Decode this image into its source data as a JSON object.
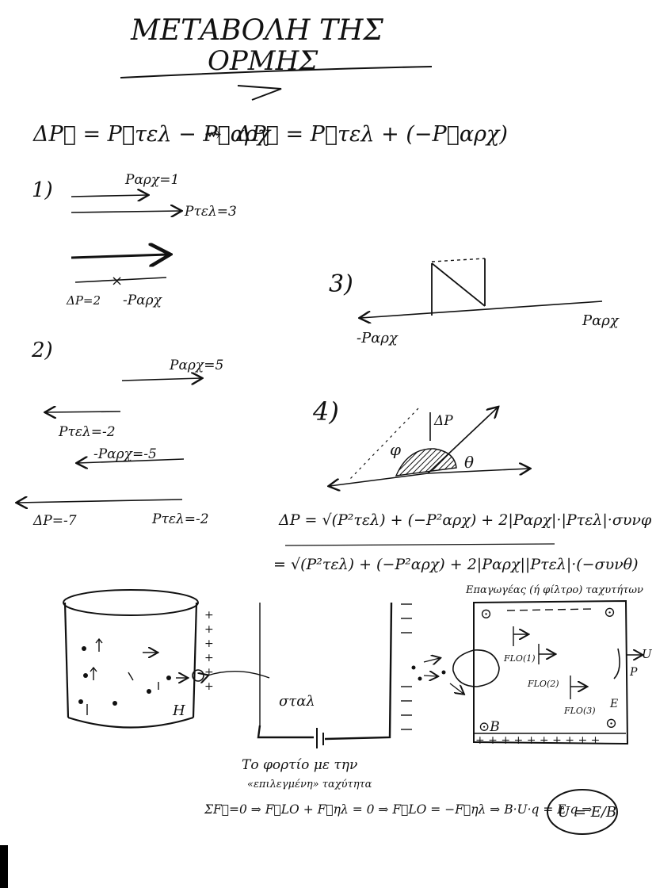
{
  "title": {
    "line1": "ΜΕΤΑΒΟΛΗ ΤΗΣ",
    "line2": "ΟΡΜΗΣ"
  },
  "formula": {
    "left": "ΔP⃗ = P⃗τελ − P⃗αρχ",
    "arrow": "⇝",
    "right": "ΔP⃗ = P⃗τελ + (−P⃗αρχ)"
  },
  "cases": {
    "c1": {
      "number": "1)",
      "p_initial": "Pαρχ=1",
      "p_final": "Pτελ=3",
      "dp": "ΔP=2",
      "neg_initial": "-Pαρχ"
    },
    "c2": {
      "number": "2)",
      "p_initial": "Pαρχ=5",
      "p_final": "Pτελ=-2",
      "neg_initial": "-Pαρχ=-5",
      "dp": "ΔP=-7",
      "p_final_2": "Pτελ=-2"
    },
    "c3": {
      "number": "3)",
      "neg_initial": "-Pαρχ",
      "p_initial": "Pαρχ"
    },
    "c4": {
      "number": "4)",
      "dp": "ΔP",
      "phi": "φ",
      "theta": "θ"
    }
  },
  "magnitude": {
    "line1": "ΔP = √(P²τελ) + (−P²αρχ) + 2|Pαρχ|·|Pτελ|·συνφ",
    "line2": "= √(P²τελ) + (−P²αρχ) + 2|Pαρχ||Pτελ|·(−συνθ)"
  },
  "hall": {
    "cylinder_label": "H",
    "cylinder_signs": "+ + + + + + + +",
    "wire_label": "σταλ",
    "plate_header": "Επαγωγέας (ή φίλτρο) ταχυτήτων",
    "circle_symbol": "⊙",
    "label_B": "⊙B",
    "label_U": "U",
    "label_P": "P",
    "label_E": "E",
    "f1": "FLO(1)",
    "f2": "FLO(2)",
    "f3": "FLO(3)",
    "plus_row": "+ + + + + + + + + +",
    "caption1": "Το φορτίο με την",
    "caption2": "«επιλεγμένη» ταχύτητα"
  },
  "final_equation": {
    "text": "ΣF⃗=0 ⇒ F⃗LO + F⃗ηλ = 0 ⇒ F⃗LO = −F⃗ηλ ⇒ B·U·q = E·q ⇒",
    "result": "U = E/B"
  }
}
